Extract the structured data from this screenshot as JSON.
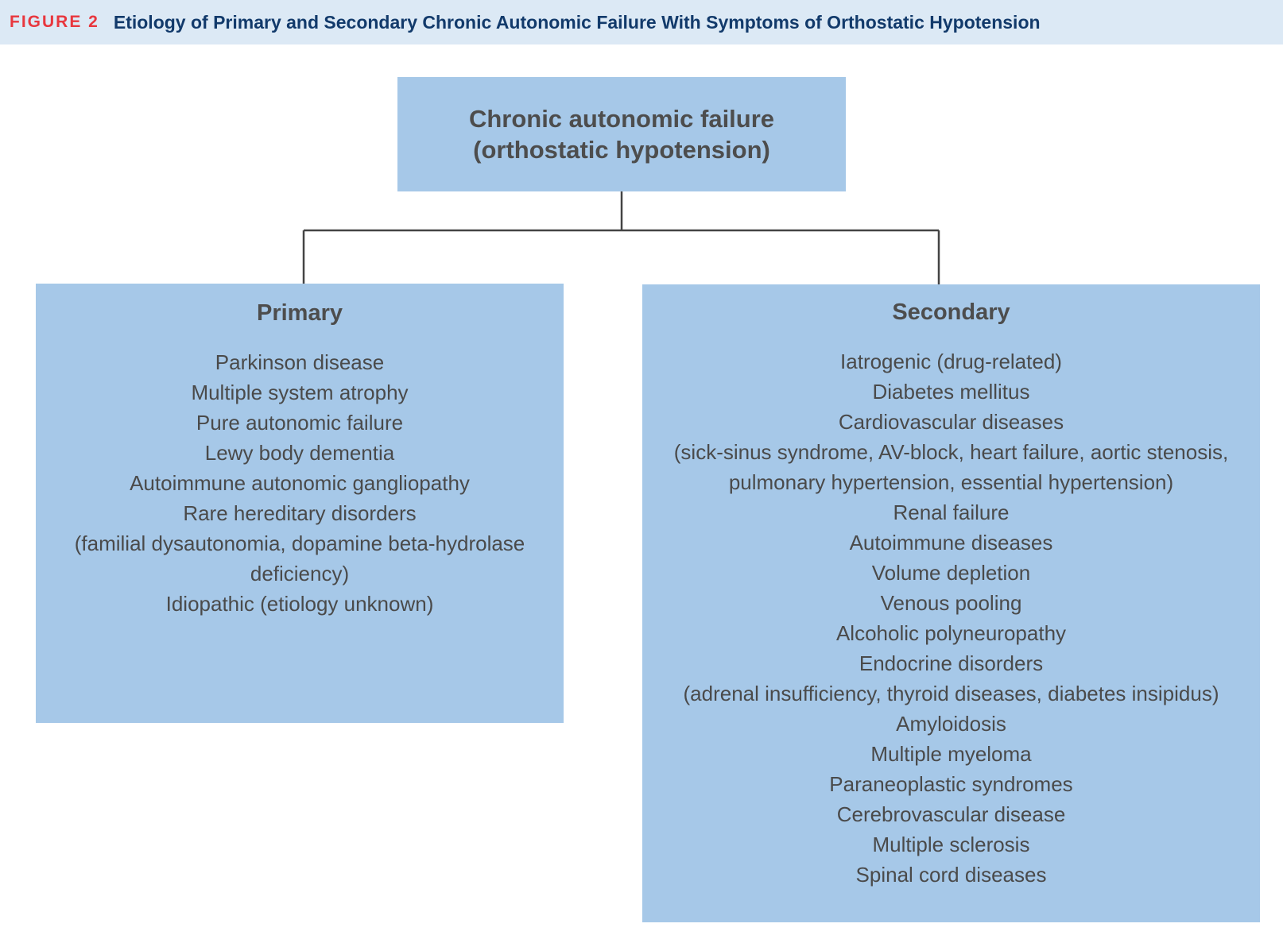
{
  "header": {
    "figure_label": "FIGURE 2",
    "title": "Etiology of Primary and Secondary Chronic Autonomic Failure With Symptoms of Orthostatic Hypotension"
  },
  "root": {
    "line1": "Chronic autonomic failure",
    "line2": "(orthostatic hypotension)"
  },
  "primary": {
    "heading": "Primary",
    "items": [
      "Parkinson disease",
      "Multiple system atrophy",
      "Pure autonomic failure",
      "Lewy body dementia",
      "Autoimmune autonomic gangliopathy",
      "Rare hereditary disorders",
      "(familial dysautonomia, dopamine beta-hydrolase",
      "deficiency)",
      "Idiopathic (etiology unknown)"
    ]
  },
  "secondary": {
    "heading": "Secondary",
    "items": [
      "Iatrogenic (drug-related)",
      "Diabetes mellitus",
      "Cardiovascular diseases",
      "(sick-sinus syndrome, AV-block, heart failure, aortic stenosis,",
      "pulmonary hypertension, essential hypertension)",
      "Renal failure",
      "Autoimmune diseases",
      "Volume depletion",
      "Venous pooling",
      "Alcoholic polyneuropathy",
      "Endocrine disorders",
      "(adrenal insufficiency, thyroid diseases, diabetes insipidus)",
      "Amyloidosis",
      "Multiple myeloma",
      "Paraneoplastic syndromes",
      "Cerebrovascular disease",
      "Multiple sclerosis",
      "Spinal cord diseases"
    ]
  },
  "colors": {
    "header_background": "#dce9f5",
    "figure_label": "#e8373e",
    "title": "#123a6b",
    "box_fill": "#a6c8e8",
    "connector": "#444444",
    "text": "#4a4a4a"
  }
}
